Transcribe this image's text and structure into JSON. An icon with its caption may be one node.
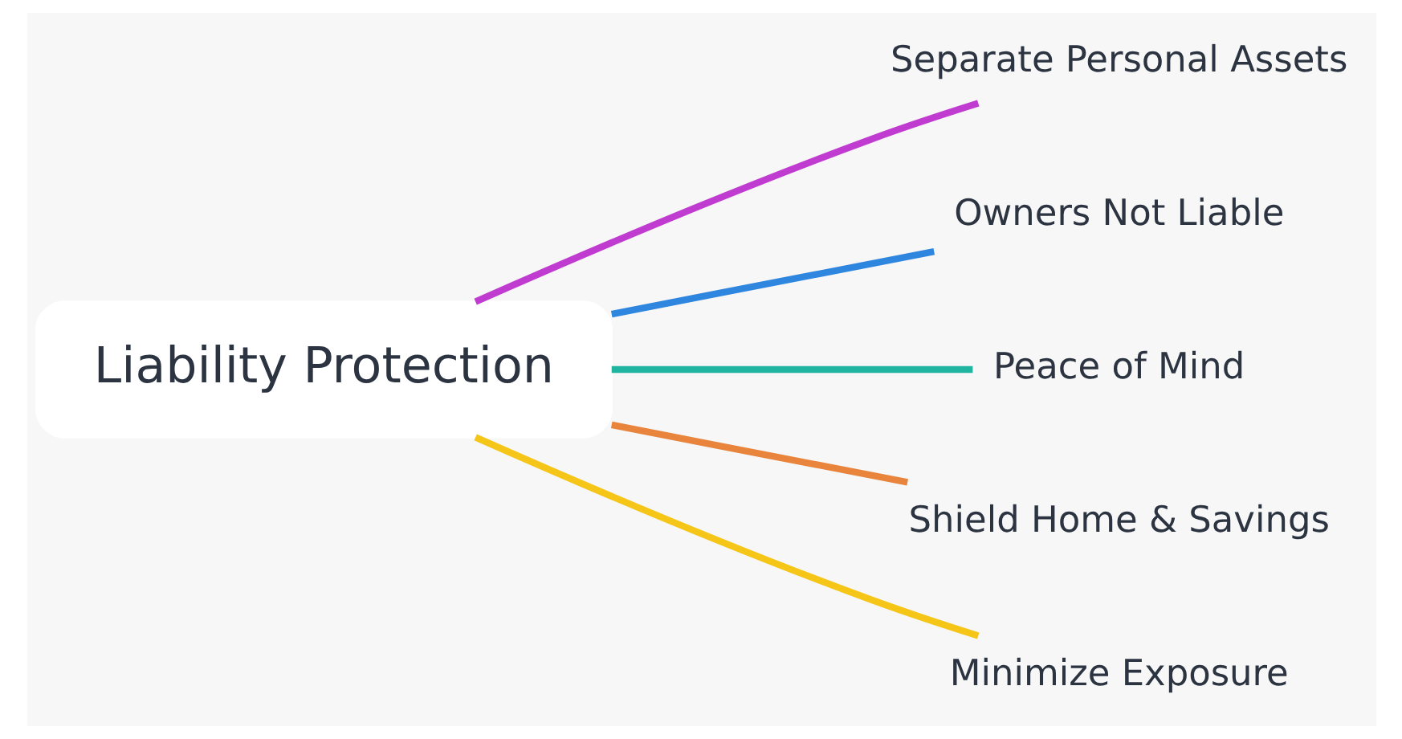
{
  "diagram": {
    "nodes": [
      {
        "text": [
          "Liability Protection"
        ]
      },
      {
        "text": [
          "Separate Personal Assets"
        ]
      },
      {
        "text": [
          "Owners Not Liable"
        ]
      },
      {
        "text": [
          "Peace of Mind"
        ]
      },
      {
        "text": [
          "Shield Home & Savings"
        ]
      },
      {
        "text": [
          "Minimize Exposure"
        ]
      }
    ],
    "edges": [
      {
        "from": 0,
        "to": 1,
        "arrow": "none",
        "color": "#c03bd0"
      },
      {
        "from": 0,
        "to": 2,
        "arrow": "none",
        "color": "#2e86de"
      },
      {
        "from": 0,
        "to": 3,
        "arrow": "none",
        "color": "#1fb5a0"
      },
      {
        "from": 0,
        "to": 4,
        "arrow": "none",
        "color": "#e8843c"
      },
      {
        "from": 0,
        "to": 5,
        "arrow": "none",
        "color": "#f5c518"
      }
    ]
  }
}
